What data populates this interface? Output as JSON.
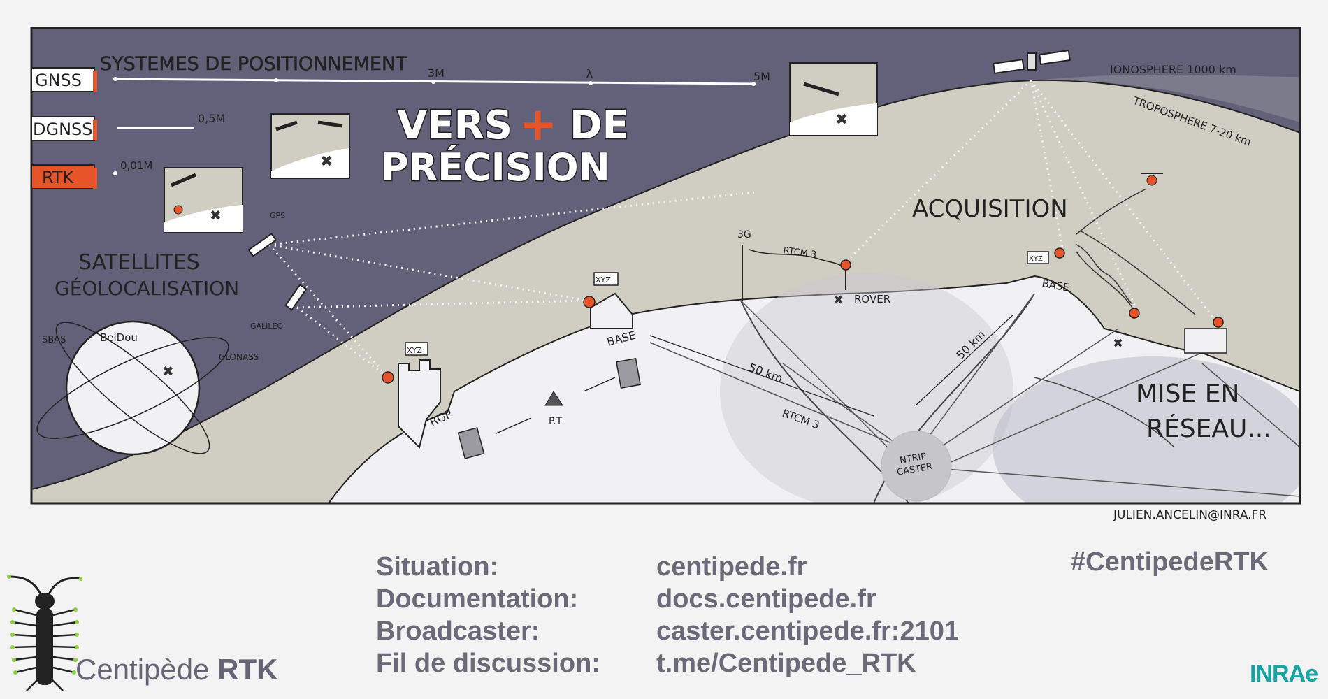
{
  "illustration": {
    "title_line1": "VERS",
    "title_plus": "+",
    "title_line1b": "DE",
    "title_line2": "PRÉCISION",
    "positioning_header": "SYSTEMES DE POSITIONNEMENT",
    "badges": [
      {
        "label": "GNSS",
        "color": "#ffffff"
      },
      {
        "label": "DGNSS",
        "color": "#ffffff"
      },
      {
        "label": "RTK",
        "color": "#e8542a"
      }
    ],
    "scale_marks": {
      "m3": "3M",
      "lambda": "λ",
      "m5": "5M",
      "m05": "0,5M",
      "m001": "0,01M"
    },
    "satellites_title_1": "SATELLITES",
    "satellites_title_2": "GÉOLOCALISATION",
    "constellations": {
      "gps": "GPS",
      "galileo": "GALILEO",
      "beidou": "BeiDou",
      "sbas": "SBAS",
      "glonass": "GLONASS"
    },
    "ionosphere": "IONOSPHERE 1000 km",
    "troposphere": "TROPOSPHERE 7-20 km",
    "acquisition": "ACQUISITION",
    "labels": {
      "rgp": "RGP",
      "pt": "P.T",
      "base_left": "BASE",
      "base_right": "BASE",
      "rover": "ROVER",
      "g3": "3G",
      "rtcm_top": "RTCM 3",
      "rtcm_bottom": "RTCM 3",
      "km_left": "50 km",
      "km_right": "50 km",
      "xyz": "XYZ",
      "ntrip_1": "NTRIP",
      "ntrip_2": "CASTER"
    },
    "network_1": "MISE EN",
    "network_2": "RÉSEAU...",
    "credit": "JULIEN.ANCELIN@INRA.FR",
    "colors": {
      "sky": "#626179",
      "hill": "#d0cdc2",
      "ground": "#f1f1f3",
      "accent": "#e8542a",
      "ink": "#222222"
    }
  },
  "footer": {
    "brand_prefix": "Centipède",
    "brand_suffix": "RTK",
    "rows": [
      {
        "label": "Situation:",
        "value": "centipede.fr"
      },
      {
        "label": "Documentation:",
        "value": "docs.centipede.fr"
      },
      {
        "label": "Broadcaster:",
        "value": "caster.centipede.fr:2101"
      },
      {
        "label": "Fil de discussion:",
        "value": "t.me/Centipede_RTK"
      }
    ],
    "hashtag": "#CentipedeRTK",
    "inrae": "INRAe",
    "logo_icon": "centipede-icon"
  }
}
